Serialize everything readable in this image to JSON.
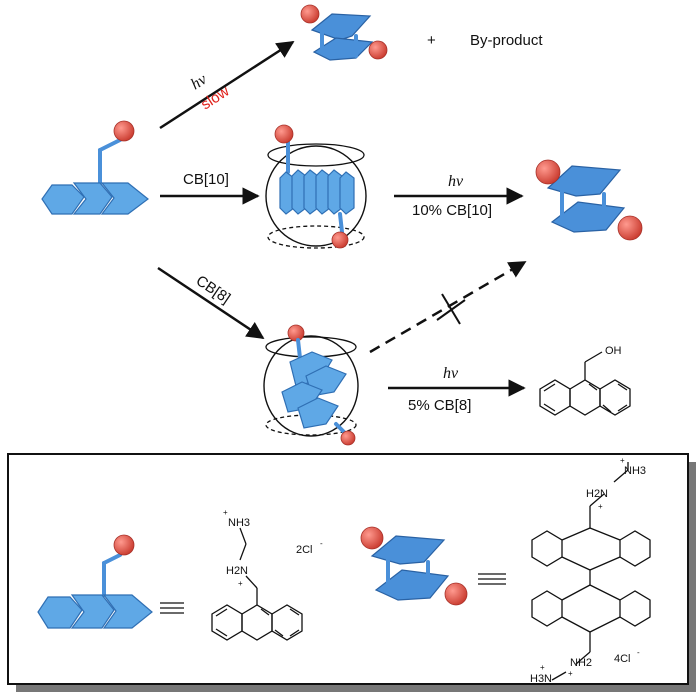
{
  "labels": {
    "hv": "hν",
    "slow": "slow",
    "plus": "+",
    "byproduct": "By-product",
    "cb10": "CB[10]",
    "cb10_cat": "10% CB[10]",
    "cb8": "CB[8]",
    "cb8_cat": "5% CB[8]",
    "oh": "OH",
    "nh3": "NH3",
    "h2n": "H2N",
    "nh2": "NH2",
    "h3n": "H3N",
    "charge": "+",
    "cl2": "2Cl",
    "cl4": "4Cl",
    "minus": "-"
  },
  "colors": {
    "anthracene_blue": "#5fa8e6",
    "ball_red": "#e25a4e",
    "slow_red": "#e0201a"
  }
}
